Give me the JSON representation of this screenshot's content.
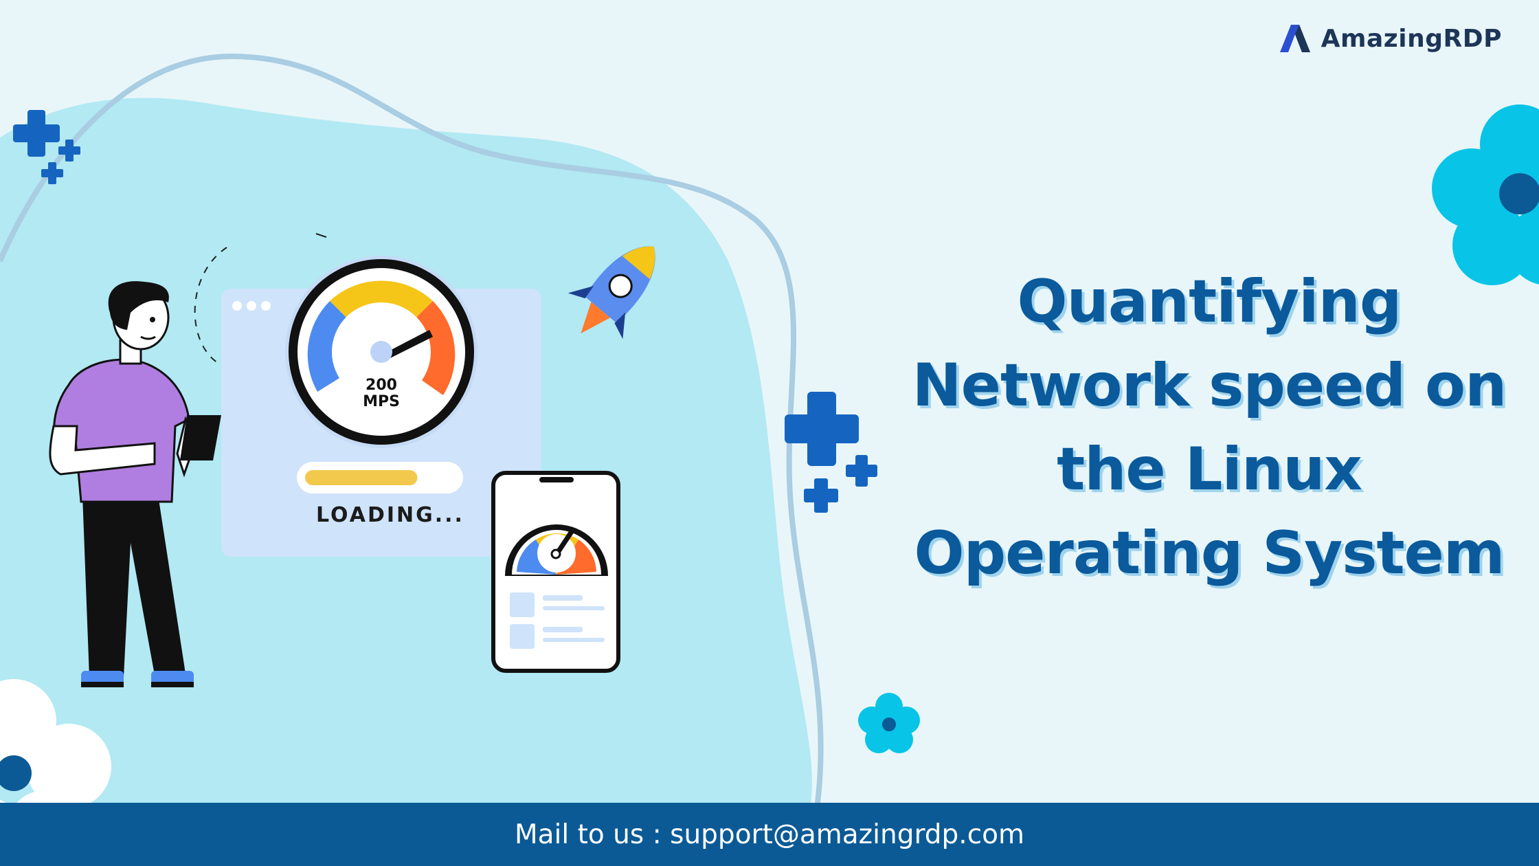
{
  "brand": {
    "name": "AmazingRDP",
    "logo_color": "#2a4fd0"
  },
  "headline": {
    "lines": [
      "Quantifying",
      "Network speed on",
      "the Linux",
      "Operating System"
    ],
    "color": "#0a5a9c"
  },
  "speedometer": {
    "value_label": "200",
    "unit_label": "MPS"
  },
  "loading": {
    "label": "LOADING...",
    "progress": 0.75
  },
  "footer": {
    "mail_label": "Mail to us",
    "separator": " : ",
    "email": "support@amazingrdp.com",
    "background": "#0b5a96"
  },
  "icons": [
    "person-icon",
    "speedometer-icon",
    "rocket-icon",
    "phone-icon",
    "plus-icon",
    "flower-icon"
  ]
}
